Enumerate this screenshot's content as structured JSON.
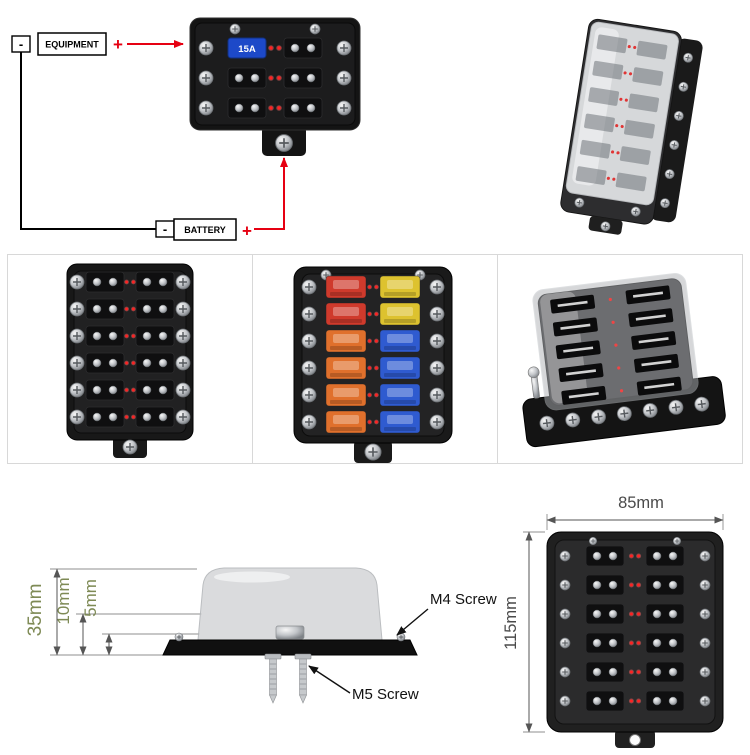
{
  "wiring_diagram": {
    "equipment_label": "EQUIPMENT",
    "equipment_minus": "-",
    "equipment_plus": "+",
    "battery_label": "BATTERY",
    "battery_minus": "-",
    "battery_plus": "+",
    "fuse_value": "15A"
  },
  "dimension_side_view": {
    "total_height": "35mm",
    "cover_height": "10mm",
    "base_height": "5mm",
    "m4_screw_label": "M4 Screw",
    "m5_screw_label": "M5 Screw"
  },
  "dimension_top_view": {
    "width": "85mm",
    "height": "115mm"
  },
  "colors": {
    "positive_wire": "#e60012",
    "negative_wire": "#000000",
    "fuse_15a_blue": "#1d49c8",
    "led_red": "#ff2222",
    "fuse_red": "#cf3a2c",
    "fuse_yellow": "#ddc22f",
    "fuse_orange": "#e0702c",
    "fuse_blue": "#2f5bd0",
    "dim_label_olive": "#7e8a55",
    "dim_label_gray": "#4a4a4a"
  }
}
